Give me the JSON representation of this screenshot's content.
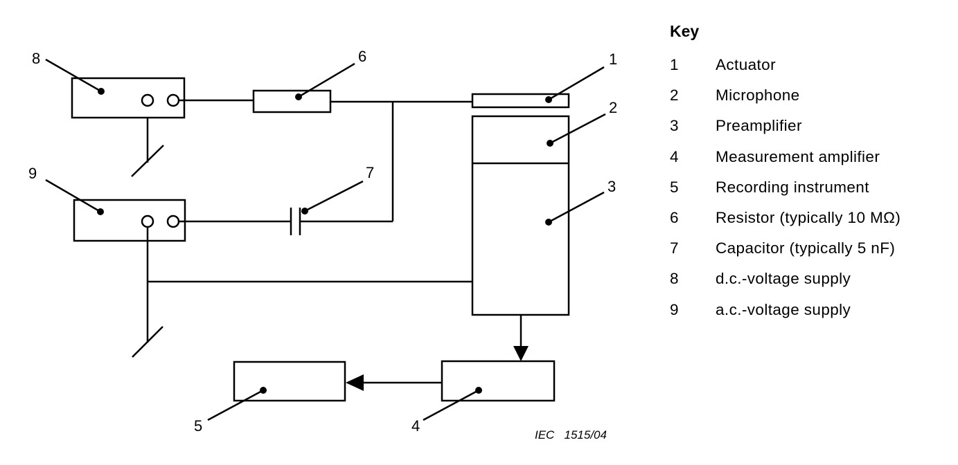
{
  "callouts": {
    "c1": "1",
    "c2": "2",
    "c3": "3",
    "c4": "4",
    "c5": "5",
    "c6": "6",
    "c7": "7",
    "c8": "8",
    "c9": "9"
  },
  "reference": "IEC   1515/04",
  "key": {
    "title": "Key",
    "items": [
      {
        "num": "1",
        "label": "Actuator"
      },
      {
        "num": "2",
        "label": "Microphone"
      },
      {
        "num": "3",
        "label": "Preamplifier"
      },
      {
        "num": "4",
        "label": "Measurement amplifier"
      },
      {
        "num": "5",
        "label": "Recording instrument"
      },
      {
        "num": "6",
        "label": "Resistor (typically 10 MΩ)"
      },
      {
        "num": "7",
        "label": "Capacitor (typically 5 nF)"
      },
      {
        "num": "8",
        "label": "d.c.-voltage supply"
      },
      {
        "num": "9",
        "label": "a.c.-voltage supply"
      }
    ]
  }
}
